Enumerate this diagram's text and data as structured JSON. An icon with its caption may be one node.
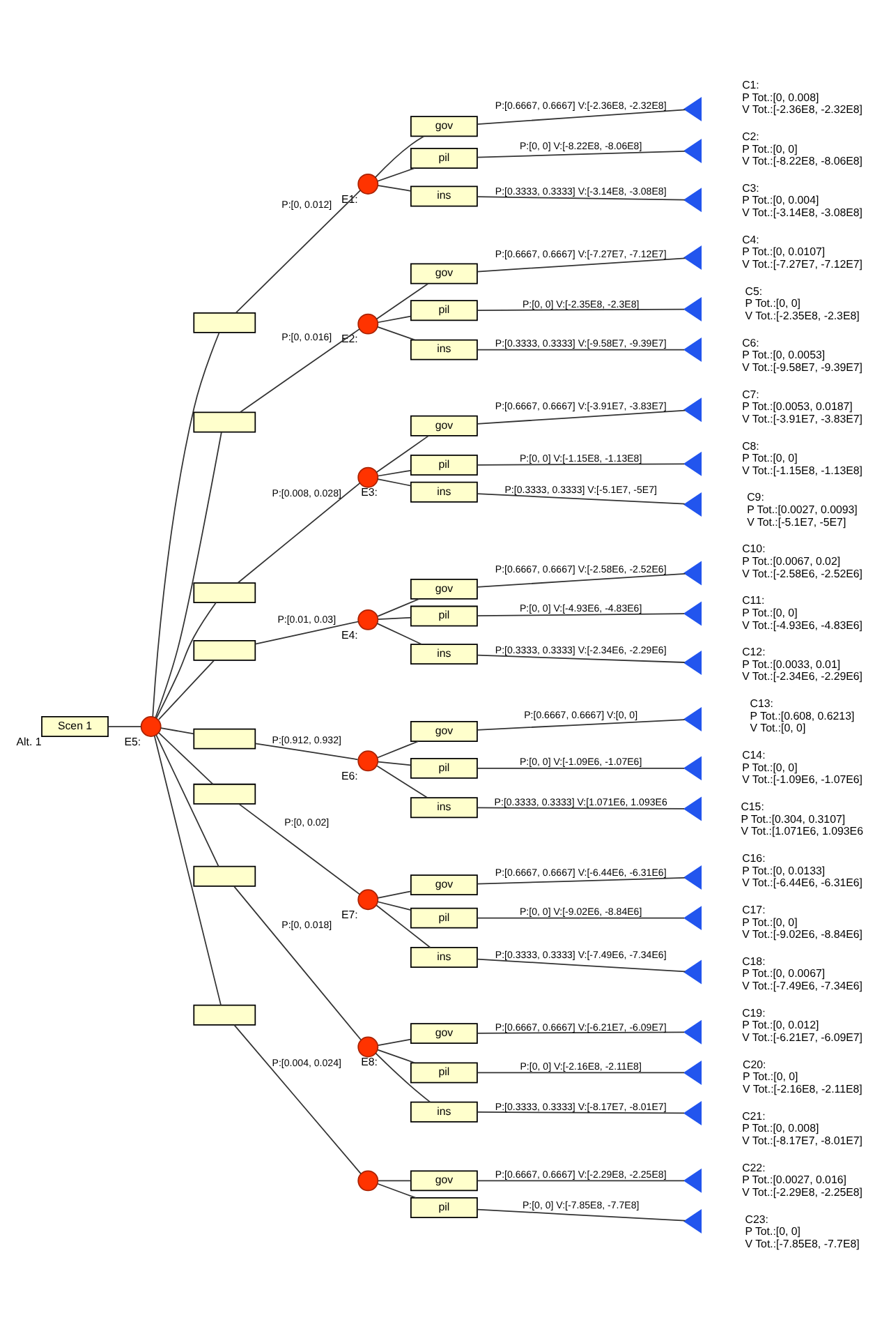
{
  "diagram": {
    "nodes": [
      {
        "text": [
          "Scen 1"
        ],
        "beside": [
          "Alt. 1"
        ]
      },
      {
        "text": [],
        "shape": "circle",
        "beside": [
          "E5:"
        ]
      },
      {
        "text": [],
        "shape": "box"
      },
      {
        "text": [],
        "shape": "circle",
        "beside": [
          "E1:"
        ]
      },
      {
        "text": [
          "gov"
        ]
      },
      {
        "text": [],
        "shape": "triangle",
        "beside": [
          "C1:",
          "P Tot.:[0, 0.008]",
          "V Tot.:[-2.36E8, -2.32E8]"
        ]
      },
      {
        "text": [
          "pil"
        ]
      },
      {
        "text": [],
        "shape": "triangle",
        "beside": [
          "C2:",
          "P Tot.:[0, 0]",
          "V Tot.:[-8.22E8, -8.06E8]"
        ]
      },
      {
        "text": [
          "ins"
        ]
      },
      {
        "text": [],
        "shape": "triangle",
        "beside": [
          "C3:",
          "P Tot.:[0, 0.004]",
          "V Tot.:[-3.14E8, -3.08E8]"
        ]
      },
      {
        "text": [],
        "shape": "box"
      },
      {
        "text": [],
        "shape": "circle",
        "beside": [
          "E2:"
        ]
      },
      {
        "text": [
          "gov"
        ]
      },
      {
        "text": [],
        "shape": "triangle",
        "beside": [
          "C4:",
          "P Tot.:[0, 0.0107]",
          "V Tot.:[-7.27E7, -7.12E7]"
        ]
      },
      {
        "text": [
          "pil"
        ]
      },
      {
        "text": [],
        "shape": "triangle",
        "beside": [
          "C5:",
          "P Tot.:[0, 0]",
          "V Tot.:[-2.35E8, -2.3E8]"
        ]
      },
      {
        "text": [
          "ins"
        ]
      },
      {
        "text": [],
        "shape": "triangle",
        "beside": [
          "C6:",
          "P Tot.:[0, 0.0053]",
          "V Tot.:[-9.58E7, -9.39E7]"
        ]
      },
      {
        "text": [],
        "shape": "box"
      },
      {
        "text": [],
        "shape": "circle",
        "beside": [
          "E3:"
        ]
      },
      {
        "text": [
          "gov"
        ]
      },
      {
        "text": [],
        "shape": "triangle",
        "beside": [
          "C7:",
          "P Tot.:[0.0053, 0.0187]",
          "V Tot.:[-3.91E7, -3.83E7]"
        ]
      },
      {
        "text": [
          "pil"
        ]
      },
      {
        "text": [],
        "shape": "triangle",
        "beside": [
          "C8:",
          "P Tot.:[0, 0]",
          "V Tot.:[-1.15E8, -1.13E8]"
        ]
      },
      {
        "text": [
          "ins"
        ]
      },
      {
        "text": [],
        "shape": "triangle",
        "beside": [
          "C9:",
          "P Tot.:[0.0027, 0.0093]",
          "V Tot.:[-5.1E7, -5E7]"
        ]
      },
      {
        "text": [],
        "shape": "box"
      },
      {
        "text": [],
        "shape": "circle",
        "beside": [
          "E4:"
        ]
      },
      {
        "text": [
          "gov"
        ]
      },
      {
        "text": [],
        "shape": "triangle",
        "beside": [
          "C10:",
          "P Tot.:[0.0067, 0.02]",
          "V Tot.:[-2.58E6, -2.52E6]"
        ]
      },
      {
        "text": [
          "pil"
        ]
      },
      {
        "text": [],
        "shape": "triangle",
        "beside": [
          "C11:",
          "P Tot.:[0, 0]",
          "V Tot.:[-4.93E6, -4.83E6]"
        ]
      },
      {
        "text": [
          "ins"
        ]
      },
      {
        "text": [],
        "shape": "triangle",
        "beside": [
          "C12:",
          "P Tot.:[0.0033, 0.01]",
          "V Tot.:[-2.34E6, -2.29E6]"
        ]
      },
      {
        "text": [],
        "shape": "box"
      },
      {
        "text": [],
        "shape": "circle",
        "beside": [
          "E6:"
        ]
      },
      {
        "text": [
          "gov"
        ]
      },
      {
        "text": [],
        "shape": "triangle",
        "beside": [
          "C13:",
          "P Tot.:[0.608, 0.6213]",
          "V Tot.:[0, 0]"
        ]
      },
      {
        "text": [
          "pil"
        ]
      },
      {
        "text": [],
        "shape": "triangle",
        "beside": [
          "C14:",
          "P Tot.:[0, 0]",
          "V Tot.:[-1.09E6, -1.07E6]"
        ]
      },
      {
        "text": [
          "ins"
        ]
      },
      {
        "text": [],
        "shape": "triangle",
        "beside": [
          "C15:",
          "P Tot.:[0.304, 0.3107]",
          "V Tot.:[1.071E6, 1.093E6"
        ]
      },
      {
        "text": [],
        "shape": "box"
      },
      {
        "text": [],
        "shape": "circle",
        "beside": [
          "E7:"
        ]
      },
      {
        "text": [
          "gov"
        ]
      },
      {
        "text": [],
        "shape": "triangle",
        "beside": [
          "C16:",
          "P Tot.:[0, 0.0133]",
          "V Tot.:[-6.44E6, -6.31E6]"
        ]
      },
      {
        "text": [
          "pil"
        ]
      },
      {
        "text": [],
        "shape": "triangle",
        "beside": [
          "C17:",
          "P Tot.:[0, 0]",
          "V Tot.:[-9.02E6, -8.84E6]"
        ]
      },
      {
        "text": [
          "ins"
        ]
      },
      {
        "text": [],
        "shape": "triangle",
        "beside": [
          "C18:",
          "P Tot.:[0, 0.0067]",
          "V Tot.:[-7.49E6, -7.34E6]"
        ]
      },
      {
        "text": [],
        "shape": "box"
      },
      {
        "text": [],
        "shape": "circle",
        "beside": [
          "E8:"
        ]
      },
      {
        "text": [
          "gov"
        ]
      },
      {
        "text": [],
        "shape": "triangle",
        "beside": [
          "C19:",
          "P Tot.:[0, 0.012]",
          "V Tot.:[-6.21E7, -6.09E7]"
        ]
      },
      {
        "text": [
          "pil"
        ]
      },
      {
        "text": [],
        "shape": "triangle",
        "beside": [
          "C20:",
          "P Tot.:[0, 0]",
          "V Tot.:[-2.16E8, -2.11E8]"
        ]
      },
      {
        "text": [
          "ins"
        ]
      },
      {
        "text": [],
        "shape": "triangle",
        "beside": [
          "C21:",
          "P Tot.:[0, 0.008]",
          "V Tot.:[-8.17E7, -8.01E7]"
        ]
      },
      {
        "text": [],
        "shape": "box"
      },
      {
        "text": [],
        "shape": "circle"
      },
      {
        "text": [
          "gov"
        ]
      },
      {
        "text": [],
        "shape": "triangle",
        "beside": [
          "C22:",
          "P Tot.:[0.0027, 0.016]",
          "V Tot.:[-2.29E8, -2.25E8]"
        ]
      },
      {
        "text": [
          "pil"
        ]
      },
      {
        "text": [],
        "shape": "triangle",
        "beside": [
          "C23:",
          "P Tot.:[0, 0]",
          "V Tot.:[-7.85E8, -7.7E8]"
        ]
      }
    ],
    "edges": [
      {
        "from": 0,
        "to": 1,
        "arrow": "none"
      },
      {
        "from": 1,
        "to": 2,
        "arrow": "none"
      },
      {
        "from": 2,
        "to": 3,
        "arrow": "none",
        "label": "P:[0, 0.012]"
      },
      {
        "from": 3,
        "to": 4,
        "arrow": "none"
      },
      {
        "from": 4,
        "to": 5,
        "arrow": "none",
        "label": "P:[0.6667, 0.6667] V:[-2.36E8, -2.32E8]"
      },
      {
        "from": 3,
        "to": 6,
        "arrow": "none"
      },
      {
        "from": 6,
        "to": 7,
        "arrow": "none",
        "label": "P:[0, 0] V:[-8.22E8, -8.06E8]"
      },
      {
        "from": 3,
        "to": 8,
        "arrow": "none"
      },
      {
        "from": 8,
        "to": 9,
        "arrow": "none",
        "label": "P:[0.3333, 0.3333] V:[-3.14E8, -3.08E8]"
      },
      {
        "from": 1,
        "to": 10,
        "arrow": "none"
      },
      {
        "from": 10,
        "to": 11,
        "arrow": "none",
        "label": "P:[0, 0.016]"
      },
      {
        "from": 11,
        "to": 12,
        "arrow": "none"
      },
      {
        "from": 12,
        "to": 13,
        "arrow": "none",
        "label": "P:[0.6667, 0.6667] V:[-7.27E7, -7.12E7]"
      },
      {
        "from": 11,
        "to": 14,
        "arrow": "none"
      },
      {
        "from": 14,
        "to": 15,
        "arrow": "none",
        "label": "P:[0, 0] V:[-2.35E8, -2.3E8]"
      },
      {
        "from": 11,
        "to": 16,
        "arrow": "none"
      },
      {
        "from": 16,
        "to": 17,
        "arrow": "none",
        "label": "P:[0.3333, 0.3333] V:[-9.58E7, -9.39E7]"
      },
      {
        "from": 1,
        "to": 18,
        "arrow": "none"
      },
      {
        "from": 18,
        "to": 19,
        "arrow": "none",
        "label": "P:[0.008, 0.028]"
      },
      {
        "from": 19,
        "to": 20,
        "arrow": "none"
      },
      {
        "from": 20,
        "to": 21,
        "arrow": "none",
        "label": "P:[0.6667, 0.6667] V:[-3.91E7, -3.83E7]"
      },
      {
        "from": 19,
        "to": 22,
        "arrow": "none"
      },
      {
        "from": 22,
        "to": 23,
        "arrow": "none",
        "label": "P:[0, 0] V:[-1.15E8, -1.13E8]"
      },
      {
        "from": 19,
        "to": 24,
        "arrow": "none"
      },
      {
        "from": 24,
        "to": 25,
        "arrow": "none",
        "label": "P:[0.3333, 0.3333] V:[-5.1E7, -5E7]"
      },
      {
        "from": 1,
        "to": 26,
        "arrow": "none"
      },
      {
        "from": 26,
        "to": 27,
        "arrow": "none",
        "label": "P:[0.01, 0.03]"
      },
      {
        "from": 27,
        "to": 28,
        "arrow": "none"
      },
      {
        "from": 28,
        "to": 29,
        "arrow": "none",
        "label": "P:[0.6667, 0.6667] V:[-2.58E6, -2.52E6]"
      },
      {
        "from": 27,
        "to": 30,
        "arrow": "none"
      },
      {
        "from": 30,
        "to": 31,
        "arrow": "none",
        "label": "P:[0, 0] V:[-4.93E6, -4.83E6]"
      },
      {
        "from": 27,
        "to": 32,
        "arrow": "none"
      },
      {
        "from": 32,
        "to": 33,
        "arrow": "none",
        "label": "P:[0.3333, 0.3333] V:[-2.34E6, -2.29E6]"
      },
      {
        "from": 1,
        "to": 34,
        "arrow": "none"
      },
      {
        "from": 34,
        "to": 35,
        "arrow": "none",
        "label": "P:[0.912, 0.932]"
      },
      {
        "from": 35,
        "to": 36,
        "arrow": "none"
      },
      {
        "from": 36,
        "to": 37,
        "arrow": "none",
        "label": "P:[0.6667, 0.6667] V:[0, 0]"
      },
      {
        "from": 35,
        "to": 38,
        "arrow": "none"
      },
      {
        "from": 38,
        "to": 39,
        "arrow": "none",
        "label": "P:[0, 0] V:[-1.09E6, -1.07E6]"
      },
      {
        "from": 35,
        "to": 40,
        "arrow": "none"
      },
      {
        "from": 40,
        "to": 41,
        "arrow": "none",
        "label": "P:[0.3333, 0.3333] V:[1.071E6, 1.093E6"
      },
      {
        "from": 1,
        "to": 42,
        "arrow": "none"
      },
      {
        "from": 42,
        "to": 43,
        "arrow": "none",
        "label": "P:[0, 0.02]"
      },
      {
        "from": 43,
        "to": 44,
        "arrow": "none"
      },
      {
        "from": 44,
        "to": 45,
        "arrow": "none",
        "label": "P:[0.6667, 0.6667] V:[-6.44E6, -6.31E6]"
      },
      {
        "from": 43,
        "to": 46,
        "arrow": "none"
      },
      {
        "from": 46,
        "to": 47,
        "arrow": "none",
        "label": "P:[0, 0] V:[-9.02E6, -8.84E6]"
      },
      {
        "from": 43,
        "to": 48,
        "arrow": "none"
      },
      {
        "from": 48,
        "to": 49,
        "arrow": "none",
        "label": "P:[0.3333, 0.3333] V:[-7.49E6, -7.34E6]"
      },
      {
        "from": 1,
        "to": 50,
        "arrow": "none"
      },
      {
        "from": 50,
        "to": 51,
        "arrow": "none",
        "label": "P:[0, 0.018]"
      },
      {
        "from": 51,
        "to": 52,
        "arrow": "none"
      },
      {
        "from": 52,
        "to": 53,
        "arrow": "none",
        "label": "P:[0.6667, 0.6667] V:[-6.21E7, -6.09E7]"
      },
      {
        "from": 51,
        "to": 54,
        "arrow": "none"
      },
      {
        "from": 54,
        "to": 55,
        "arrow": "none",
        "label": "P:[0, 0] V:[-2.16E8, -2.11E8]"
      },
      {
        "from": 51,
        "to": 56,
        "arrow": "none"
      },
      {
        "from": 56,
        "to": 57,
        "arrow": "none",
        "label": "P:[0.3333, 0.3333] V:[-8.17E7, -8.01E7]"
      },
      {
        "from": 1,
        "to": 58,
        "arrow": "none"
      },
      {
        "from": 58,
        "to": 59,
        "arrow": "none",
        "label": "P:[0.004, 0.024]"
      },
      {
        "from": 59,
        "to": 60,
        "arrow": "none"
      },
      {
        "from": 60,
        "to": 61,
        "arrow": "none",
        "label": "P:[0.6667, 0.6667] V:[-2.29E8, -2.25E8]"
      },
      {
        "from": 59,
        "to": 62,
        "arrow": "none"
      },
      {
        "from": 62,
        "to": 63,
        "arrow": "none",
        "label": "P:[0, 0] V:[-7.85E8, -7.7E8]"
      }
    ]
  }
}
